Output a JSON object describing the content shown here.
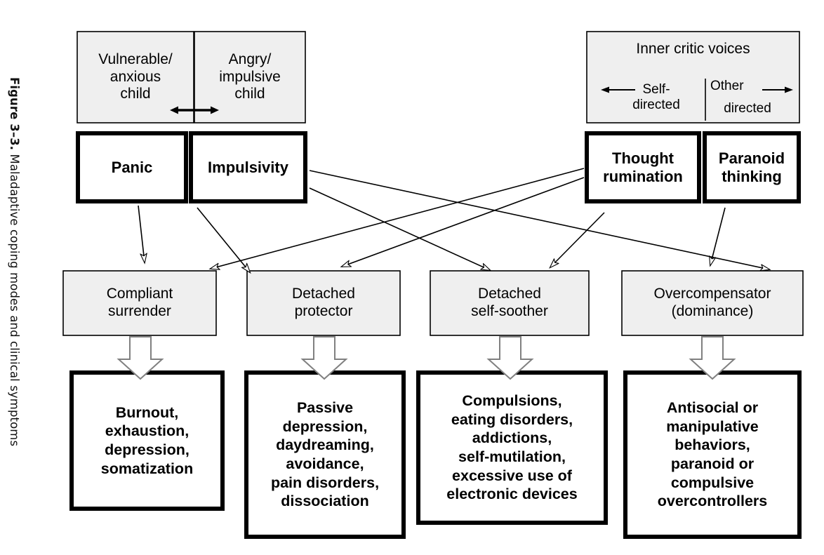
{
  "figure": {
    "label": "Figure 3–3.",
    "caption": " Maladaptive coping modes and clinical symptoms"
  },
  "colors": {
    "box_fill_gray": "#efefef",
    "box_fill_white": "#ffffff",
    "stroke_black": "#000000",
    "stroke_gray": "#808080",
    "background": "#ffffff"
  },
  "child_modes": [
    {
      "id": "vulnerable-anxious-child",
      "label": "Vulnerable/\nanxious\nchild"
    },
    {
      "id": "angry-impulsive-child",
      "label": "Angry/\nimpulsive\nchild"
    }
  ],
  "child_link": {
    "id": "bidirectional-arrow",
    "icon": "double-headed-arrow"
  },
  "inner_critic": {
    "title": "Inner critic voices",
    "left": {
      "arrow": "⟵",
      "label": "Self-\ndirected"
    },
    "right": {
      "label": "Other",
      "arrow": "⟶",
      "label2": "directed"
    }
  },
  "symptom_modes": [
    {
      "id": "panic",
      "label": "Panic"
    },
    {
      "id": "impulsivity",
      "label": "Impulsivity"
    },
    {
      "id": "thought-rumination",
      "label": "Thought\nrumination"
    },
    {
      "id": "paranoid-thinking",
      "label": "Paranoid\nthinking"
    }
  ],
  "coping_modes": [
    {
      "id": "compliant-surrender",
      "label": "Compliant\nsurrender"
    },
    {
      "id": "detached-protector",
      "label": "Detached\nprotector"
    },
    {
      "id": "detached-self-soother",
      "label": "Detached\nself-soother"
    },
    {
      "id": "overcompensator-dominance",
      "label": "Overcompensator\n(dominance)"
    }
  ],
  "clinical_symptoms": [
    {
      "id": "burnout-group",
      "label": "Burnout,\nexhaustion,\ndepression,\nsomatization"
    },
    {
      "id": "passive-depression-group",
      "label": "Passive\ndepression,\ndaydreaming,\navoidance,\npain disorders,\ndissociation"
    },
    {
      "id": "compulsions-group",
      "label": "Compulsions,\neating disorders,\naddictions,\nself-mutilation,\nexcessive use of\nelectronic devices"
    },
    {
      "id": "antisocial-group",
      "label": "Antisocial or\nmanipulative\nbehaviors,\nparanoid or\ncompulsive\novercontrollers"
    }
  ],
  "connections": [
    {
      "from": "panic",
      "to": "compliant-surrender",
      "style": "thin-hollow-arrow"
    },
    {
      "from": "impulsivity",
      "to": "detached-protector",
      "style": "thin-hollow-arrow"
    },
    {
      "from": "impulsivity",
      "to": "detached-self-soother",
      "style": "thin-hollow-arrow"
    },
    {
      "from": "impulsivity",
      "to": "overcompensator-dominance",
      "style": "thin-hollow-arrow"
    },
    {
      "from": "thought-rumination",
      "to": "compliant-surrender",
      "style": "thin-hollow-arrow"
    },
    {
      "from": "thought-rumination",
      "to": "detached-protector",
      "style": "thin-hollow-arrow"
    },
    {
      "from": "thought-rumination",
      "to": "overcompensator-dominance",
      "style": "thin-hollow-arrow"
    },
    {
      "from": "paranoid-thinking",
      "to": "overcompensator-dominance",
      "style": "thin-hollow-arrow"
    },
    {
      "from": "compliant-surrender",
      "to": "burnout-group",
      "style": "block-arrow"
    },
    {
      "from": "detached-protector",
      "to": "passive-depression-group",
      "style": "block-arrow"
    },
    {
      "from": "detached-self-soother",
      "to": "compulsions-group",
      "style": "block-arrow"
    },
    {
      "from": "overcompensator-dominance",
      "to": "antisocial-group",
      "style": "block-arrow"
    }
  ]
}
